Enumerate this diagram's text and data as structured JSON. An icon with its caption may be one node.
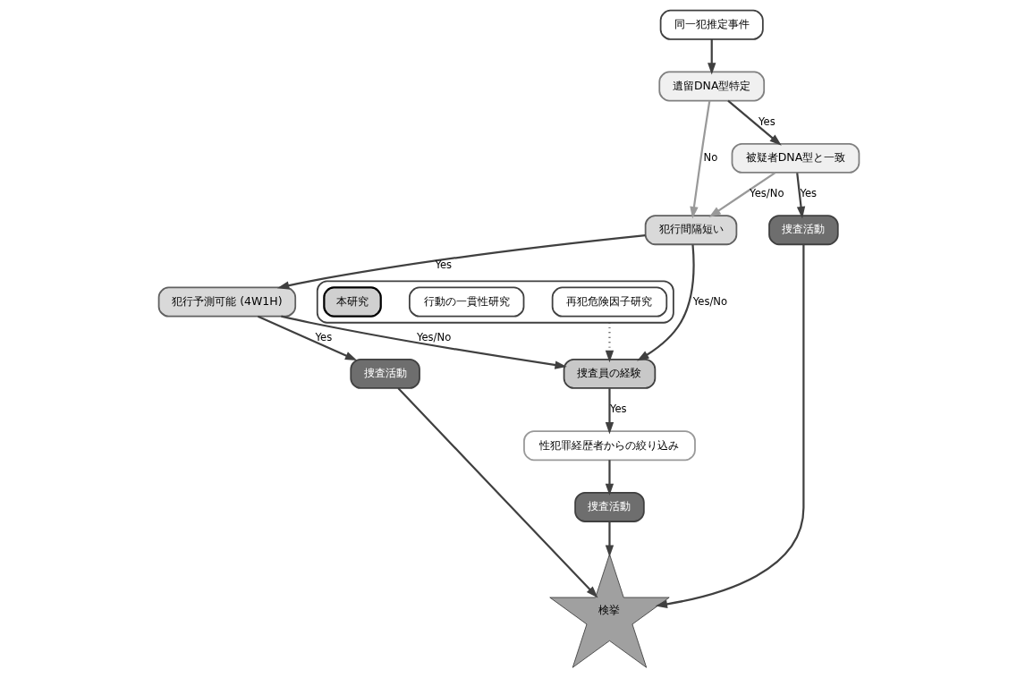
{
  "diagram": {
    "nodes": [
      {
        "text": [
          "同一犯推定事件"
        ]
      },
      {
        "text": [
          "遺留DNA型特定"
        ]
      },
      {
        "text": [
          "犯行間隔短い"
        ]
      },
      {
        "text": [
          "被疑者DNA型と一致"
        ]
      },
      {
        "text": [
          "捜査員の経験"
        ]
      },
      {
        "text": [
          "犯行予測可能 (4W1H)"
        ]
      },
      {
        "text": [
          "捜査活動"
        ]
      },
      {
        "text": [
          "捜査活動"
        ]
      },
      {
        "text": [
          "性犯罪経歴者からの絞り込み"
        ]
      },
      {
        "text": [
          "検挙"
        ]
      },
      {
        "text": [
          "捜査活動"
        ]
      },
      {
        "text": [],
        "shape": "box"
      },
      {
        "text": [
          "再犯危険因子研究"
        ],
        "in": 11
      },
      {
        "text": [
          "行動の一貫性研究"
        ],
        "in": 11
      },
      {
        "text": [
          "本研究"
        ],
        "in": 11
      }
    ],
    "edges": [
      {
        "from": 0,
        "to": 1,
        "arrow": "to"
      },
      {
        "from": 1,
        "to": 3,
        "arrow": "to",
        "label": "Yes"
      },
      {
        "from": 1,
        "to": 2,
        "arrow": "to",
        "label": "No",
        "color": "#999999"
      },
      {
        "from": 3,
        "to": 2,
        "arrow": "to",
        "label": "Yes/No",
        "color": "#999999"
      },
      {
        "from": 2,
        "to": 4,
        "arrow": "to",
        "label": "Yes/No"
      },
      {
        "from": 2,
        "to": 5,
        "arrow": "to",
        "label": "Yes"
      },
      {
        "from": 3,
        "to": 6,
        "arrow": "to",
        "label": "Yes"
      },
      {
        "from": 5,
        "to": 4,
        "arrow": "to",
        "label": "Yes/No"
      },
      {
        "from": 5,
        "to": 7,
        "arrow": "to",
        "label": "Yes"
      },
      {
        "from": 4,
        "to": 8,
        "arrow": "to",
        "label": "Yes"
      },
      {
        "from": 6,
        "to": 9,
        "arrow": "to"
      },
      {
        "from": 7,
        "to": 9,
        "arrow": "to"
      },
      {
        "from": 8,
        "to": 10,
        "arrow": "to"
      },
      {
        "from": 10,
        "to": 9,
        "arrow": "to"
      },
      {
        "from": 11,
        "to": 4,
        "arrow": "to",
        "style": "dashed"
      }
    ]
  }
}
